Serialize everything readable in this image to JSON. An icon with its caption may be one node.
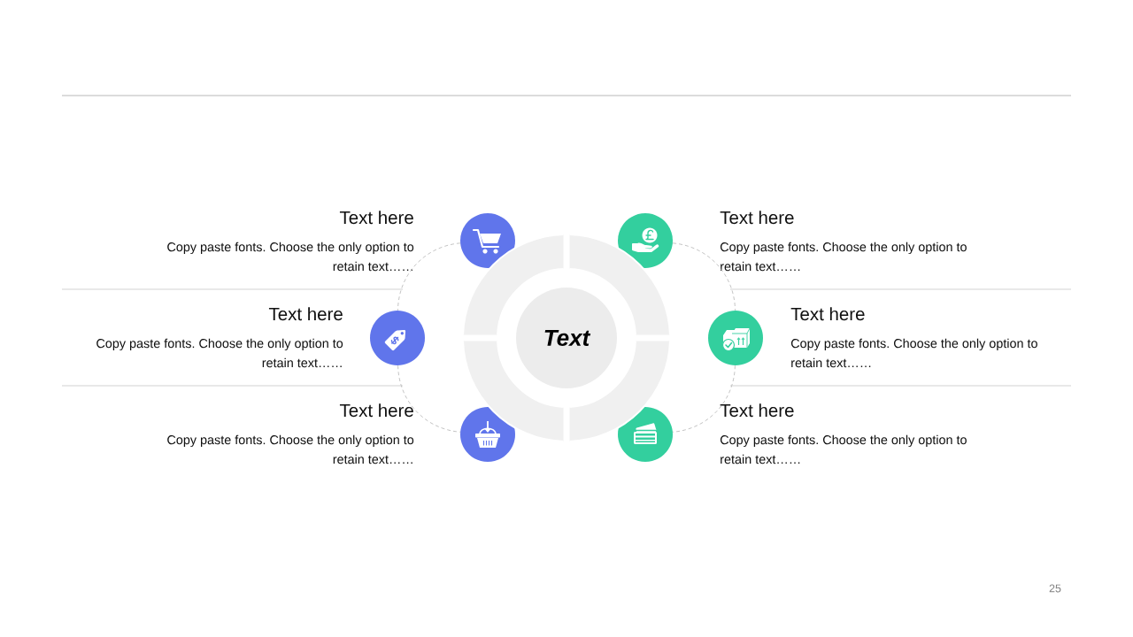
{
  "diagram": {
    "nodes": [
      {
        "text": [],
        "shape": "circle",
        "beside": [
          "Text here",
          "Copy paste fonts. Choose the only option to retain text……"
        ]
      },
      {
        "text": [],
        "shape": "circle",
        "beside": [
          "Text here",
          "Copy paste fonts. Choose the only option to retain text……"
        ]
      },
      {
        "text": [],
        "shape": "circle",
        "beside": [
          "Text here",
          "Copy paste fonts. Choose the only option to retain text……"
        ]
      },
      {
        "text": [
          "Text"
        ]
      },
      {
        "text": [],
        "shape": "circle",
        "beside": [
          "Text here",
          "Copy paste fonts. Choose the only option to retain text……"
        ]
      },
      {
        "text": [],
        "shape": "circle",
        "beside": [
          "Text here",
          "Copy paste fonts. Choose the only option to retain text……"
        ]
      },
      {
        "text": [],
        "shape": "circle",
        "beside": [
          "Text here",
          "Copy paste fonts. Choose the only option to retain text……"
        ]
      }
    ],
    "edges": [
      {
        "from": 0,
        "to": 2,
        "arrow": "none",
        "style": "dashed"
      },
      {
        "from": 2,
        "to": 5,
        "arrow": "none",
        "style": "dashed"
      },
      {
        "from": 1,
        "to": 4,
        "arrow": "none",
        "style": "dashed"
      },
      {
        "from": 4,
        "to": 6,
        "arrow": "none",
        "style": "dashed"
      }
    ],
    "labels": [
      "25"
    ]
  }
}
